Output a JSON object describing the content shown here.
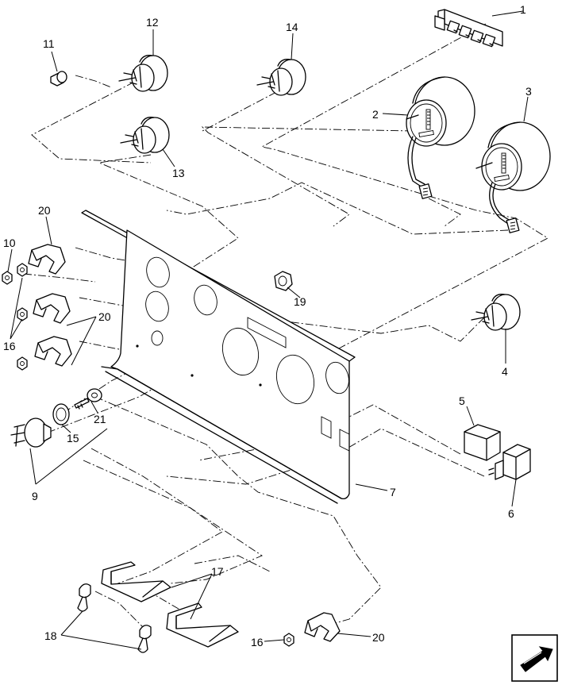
{
  "callouts": {
    "c1": "1",
    "c2": "2",
    "c3": "3",
    "c4": "4",
    "c5": "5",
    "c6": "6",
    "c7": "7",
    "c9": "9",
    "c10": "10",
    "c11": "11",
    "c12": "12",
    "c13": "13",
    "c14": "14",
    "c15": "15",
    "c16a": "16",
    "c16b": "16",
    "c17": "17",
    "c18": "18",
    "c19": "19",
    "c20a": "20",
    "c20b": "20",
    "c20c": "20",
    "c21": "21"
  },
  "icons": {
    "navigation": "next-page-arrow-icon"
  }
}
